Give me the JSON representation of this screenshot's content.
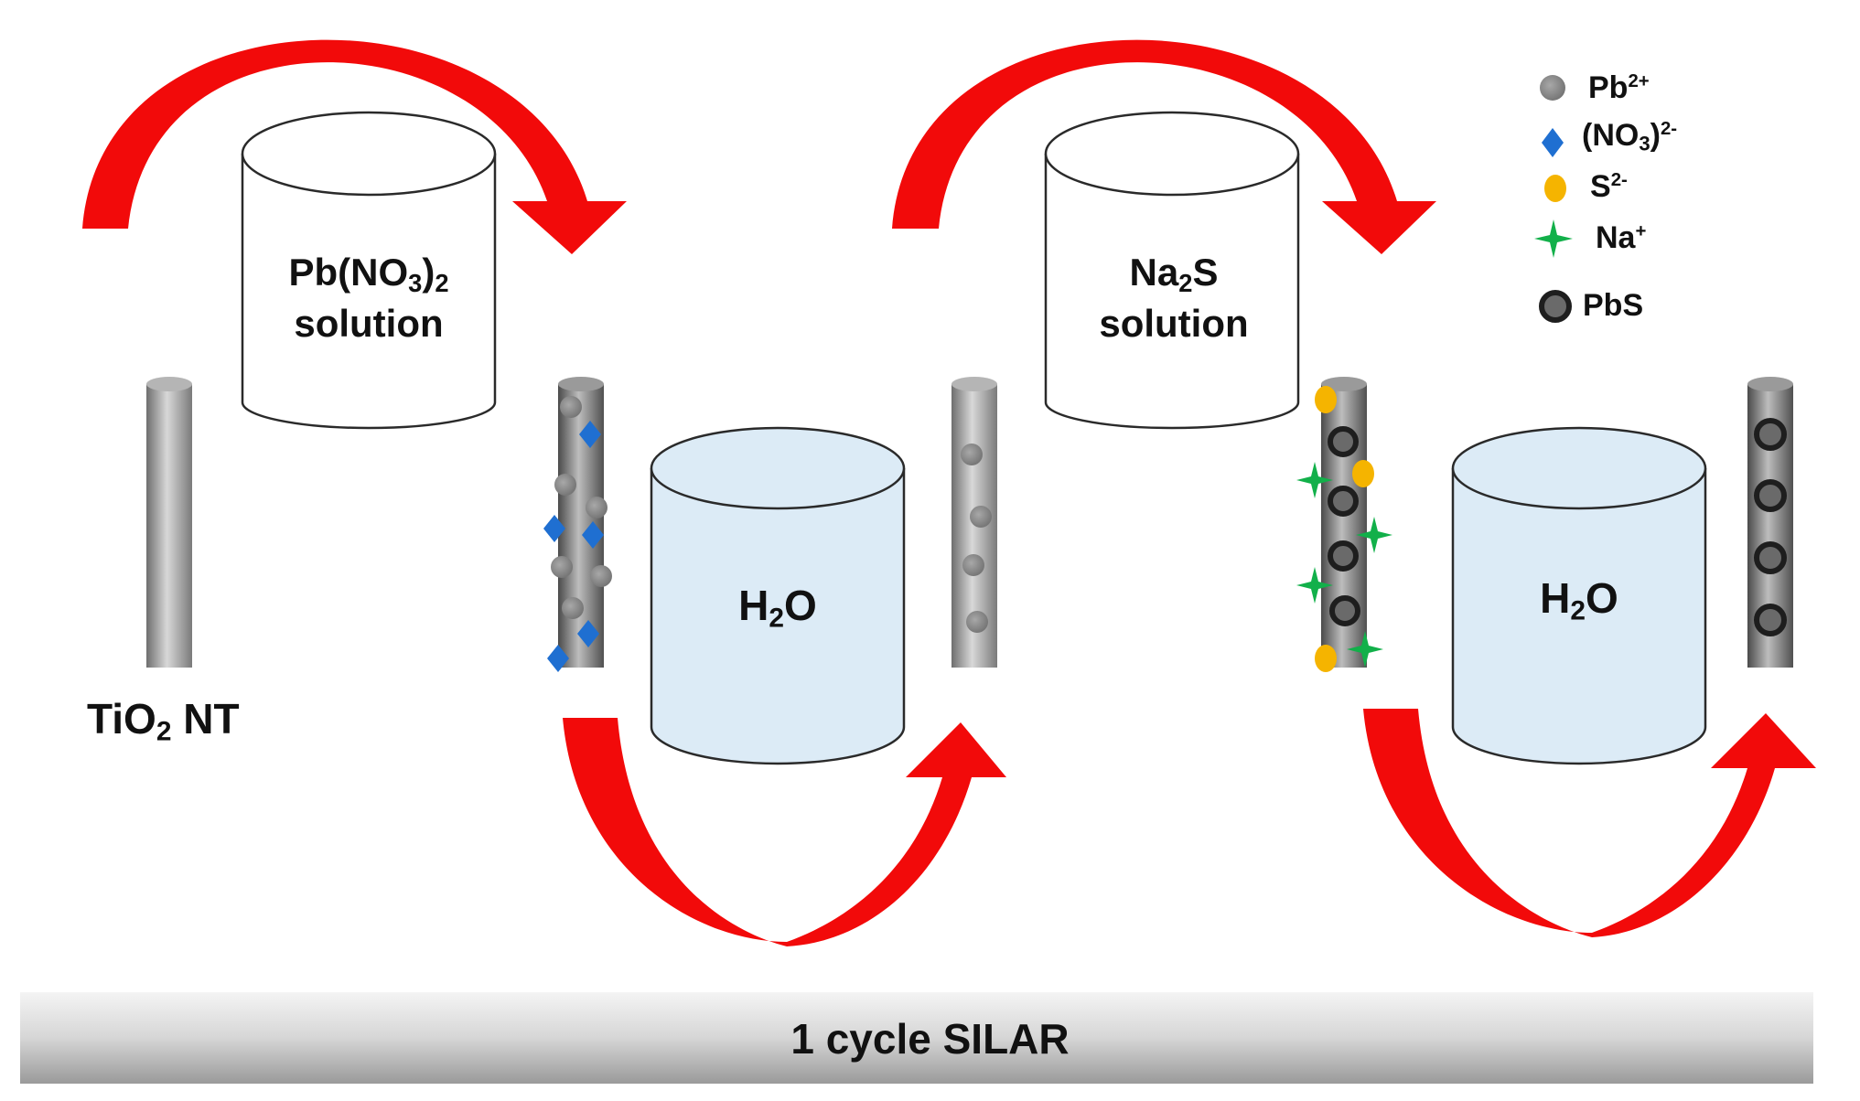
{
  "labels": {
    "tio2": {
      "base": "TiO",
      "sub": "2",
      "rest": " NT"
    },
    "beaker1": {
      "line1_base": "Pb(NO",
      "line1_sub1": "3",
      "line1_mid": ")",
      "line1_sub2": "2",
      "line2": "solution"
    },
    "beaker2": {
      "base": "H",
      "sub": "2",
      "rest": "O"
    },
    "beaker3": {
      "line1_base": "Na",
      "line1_sub": "2",
      "line1_rest": "S",
      "line2": "solution"
    },
    "beaker4": {
      "base": "H",
      "sub": "2",
      "rest": "O"
    }
  },
  "legend": {
    "pb_ion": {
      "base": "Pb",
      "sup": "2+"
    },
    "nitrate": {
      "base": "(NO",
      "sub": "3",
      "close": ")",
      "sup": "2-"
    },
    "sulfide": {
      "base": "S",
      "sup": "2-"
    },
    "sodium": {
      "base": "Na",
      "sup": "+"
    },
    "pbs": {
      "text": "PbS"
    }
  },
  "bottom_bar": {
    "text": "1 cycle SILAR"
  },
  "colors": {
    "arrow": "#f20a0a",
    "water": "#dcebf6",
    "pb_ion": "#8a8a8a",
    "nitrate": "#1f6fd1",
    "sulfide": "#f5b400",
    "sodium": "#12b04a",
    "pbs_fill": "#6a6a6a",
    "pbs_ring": "#1e1e1e"
  }
}
